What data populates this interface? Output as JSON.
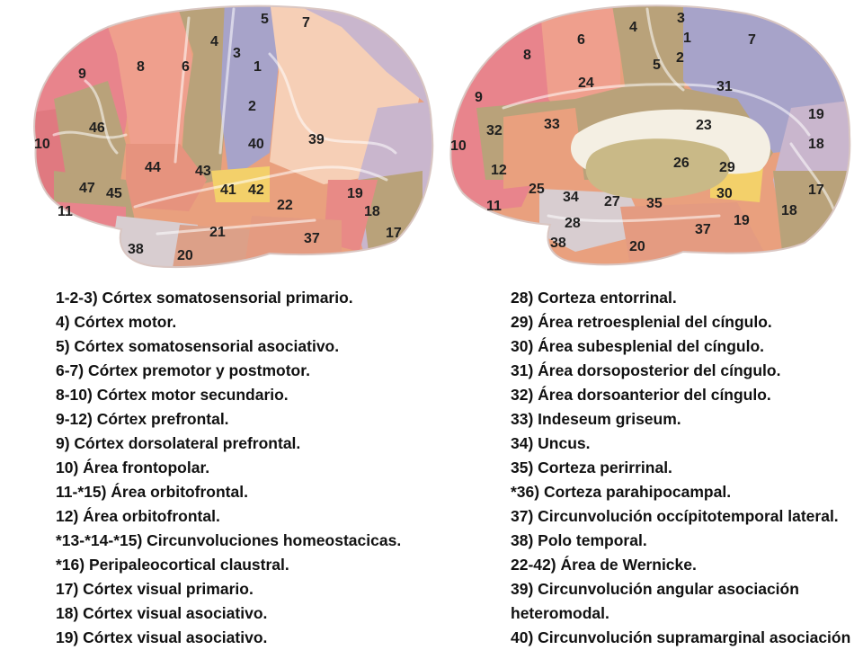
{
  "lateral_view": {
    "labels": [
      "5",
      "7",
      "4",
      "3",
      "8",
      "6",
      "1",
      "9",
      "2",
      "46",
      "40",
      "39",
      "10",
      "44",
      "43",
      "47",
      "45",
      "41",
      "42",
      "22",
      "19",
      "11",
      "18",
      "21",
      "17",
      "37",
      "38",
      "20"
    ]
  },
  "medial_view": {
    "labels": [
      "3",
      "4",
      "1",
      "6",
      "7",
      "8",
      "5",
      "2",
      "24",
      "31",
      "9",
      "33",
      "23",
      "19",
      "32",
      "10",
      "18",
      "26",
      "29",
      "12",
      "25",
      "34",
      "27",
      "35",
      "30",
      "17",
      "11",
      "18",
      "19",
      "28",
      "37",
      "38",
      "20"
    ]
  },
  "legend_left": [
    "1-2-3) Córtex somatosensorial primario.",
    "4) Córtex motor.",
    "5) Córtex somatosensorial asociativo.",
    "6-7) Córtex premotor y postmotor.",
    "8-10) Córtex motor secundario.",
    "9-12) Córtex prefrontal.",
    "9) Córtex dorsolateral prefrontal.",
    "10) Área frontopolar.",
    "11-*15) Área orbitofrontal.",
    "12) Área orbitofrontal.",
    "*13-*14-*15) Circunvoluciones homeostacicas.",
    "*16) Peripaleocortical claustral.",
    "17) Córtex visual primario.",
    "18) Córtex visual asociativo.",
    "19) Córtex visual asociativo."
  ],
  "legend_right": [
    "28) Corteza entorrinal.",
    "29) Área retroesplenial del cíngulo.",
    "30) Área subesplenial del cíngulo.",
    "31) Área dorsoposterior del cíngulo.",
    "32) Área dorsoanterior del cíngulo.",
    "33) Indeseum griseum.",
    "34) Uncus.",
    "35) Corteza perirrinal.",
    "*36) Corteza parahipocampal.",
    "37) Circunvolución occípitotemporal lateral.",
    "38) Polo temporal.",
    "22-42) Área de Wernicke.",
    "39) Circunvolución angular asociación",
    "heteromodal.",
    "40) Circunvolución supramarginal asociación"
  ],
  "colors": {
    "background": "#ffffff",
    "label_text": "#1f1f1f",
    "legend_text": "#111111",
    "frontal_pink": "#ee8f8a",
    "prefrontal_rose": "#e8848c",
    "premotor_salmon": "#ef9f8d",
    "motor_olive": "#b9a27a",
    "somatosensory_lavender": "#a7a3c9",
    "parietal_peach": "#f6cfb6",
    "occipital_lilac": "#c9b6cd",
    "temporal_orange": "#e9a07e",
    "wernicke_yellow": "#f3d06a",
    "temporal_pole_grey": "#d8cdd0",
    "corpus_callosum": "#f4efe3",
    "thalamus": "#c9b987"
  }
}
